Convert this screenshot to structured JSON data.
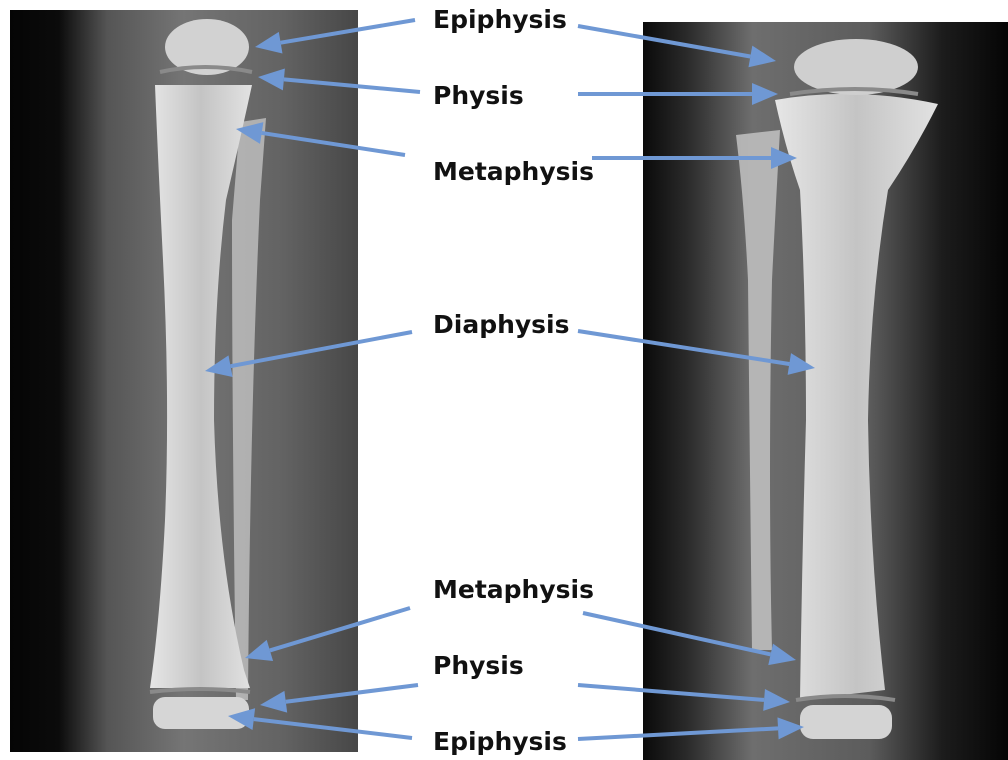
{
  "labels": [
    {
      "text": "Epiphysis"
    },
    {
      "text": "Physis"
    },
    {
      "text": "Metaphysis"
    },
    {
      "text": "Diaphysis"
    },
    {
      "text": "Metaphysis"
    },
    {
      "text": "Physis"
    },
    {
      "text": "Epiphysis"
    }
  ],
  "colors": {
    "arrow": "#6f98d4",
    "background": "#ffffff",
    "label": "#111111"
  }
}
